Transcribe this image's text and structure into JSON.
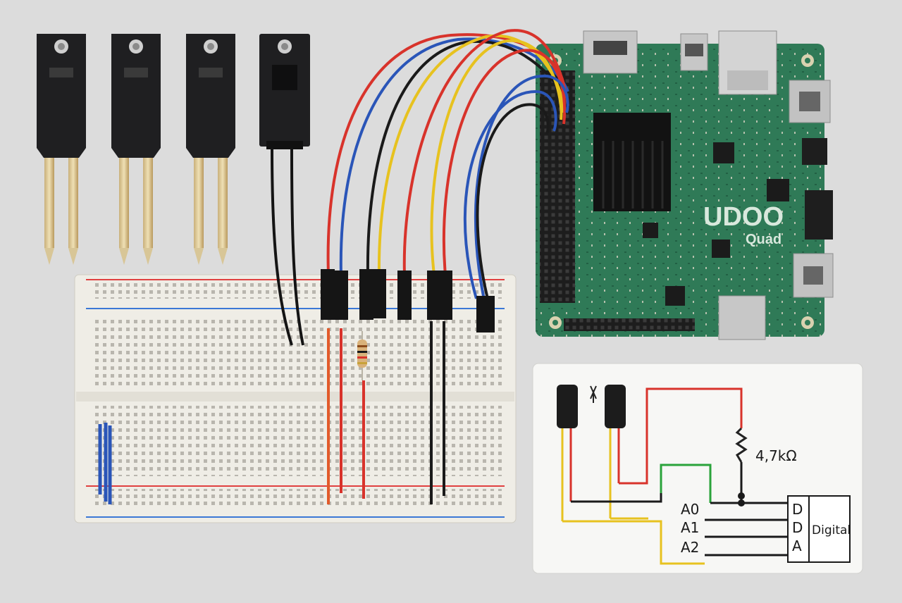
{
  "board": {
    "brand": "UDOO",
    "model": "Quad"
  },
  "schematic": {
    "resistor_label": "4,7kΩ",
    "pins": [
      "A0",
      "A1",
      "A2"
    ],
    "block_pins": [
      "D",
      "D",
      "A"
    ],
    "block_label": "Digital"
  },
  "colors": {
    "background": "#dcdcdc",
    "pcb_green": "#2f7a57",
    "breadboard": "#f1efe9",
    "wire_red": "#d8332b",
    "wire_blue": "#2a55b8",
    "wire_yellow": "#e7c21f",
    "wire_black": "#1a1a1a",
    "rail_red": "#e04040",
    "rail_blue": "#3b78d6"
  },
  "objects": {
    "sensors": [
      "soil-moisture-probe",
      "soil-moisture-probe",
      "soil-moisture-probe",
      "humidity-sensor-module"
    ],
    "icons": [
      "antenna-icon"
    ]
  }
}
